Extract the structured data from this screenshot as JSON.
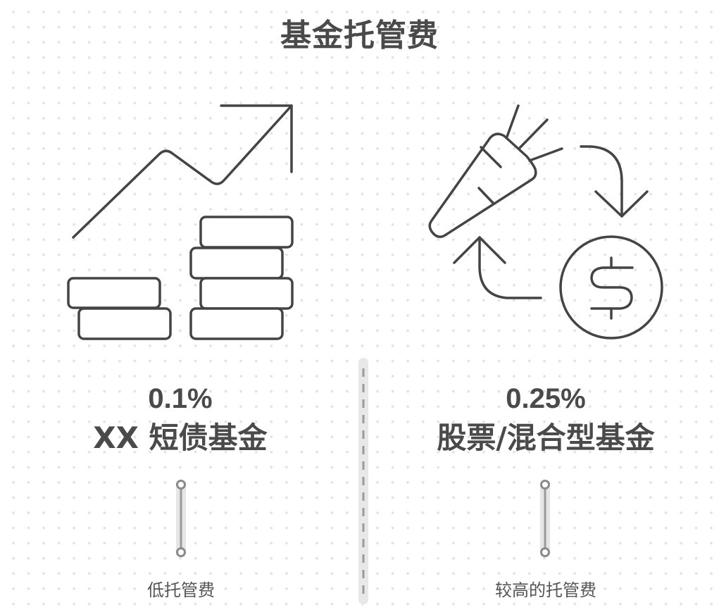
{
  "title": "基金托管费",
  "colors": {
    "text": "#4a4a4a",
    "icon_stroke": "#444444",
    "connector": "#9a9a9a",
    "connector_halo": "#e6e6e6",
    "grid_dot": "#e2e2e2"
  },
  "left": {
    "icon": "growth-chart-coins-icon",
    "percentage": "0.1%",
    "fund_type": "XX 短债基金",
    "description": "低托管费"
  },
  "right": {
    "icon": "carrot-money-cycle-icon",
    "percentage": "0.25%",
    "fund_type": "股票/混合型基金",
    "description": "较高的托管费"
  }
}
